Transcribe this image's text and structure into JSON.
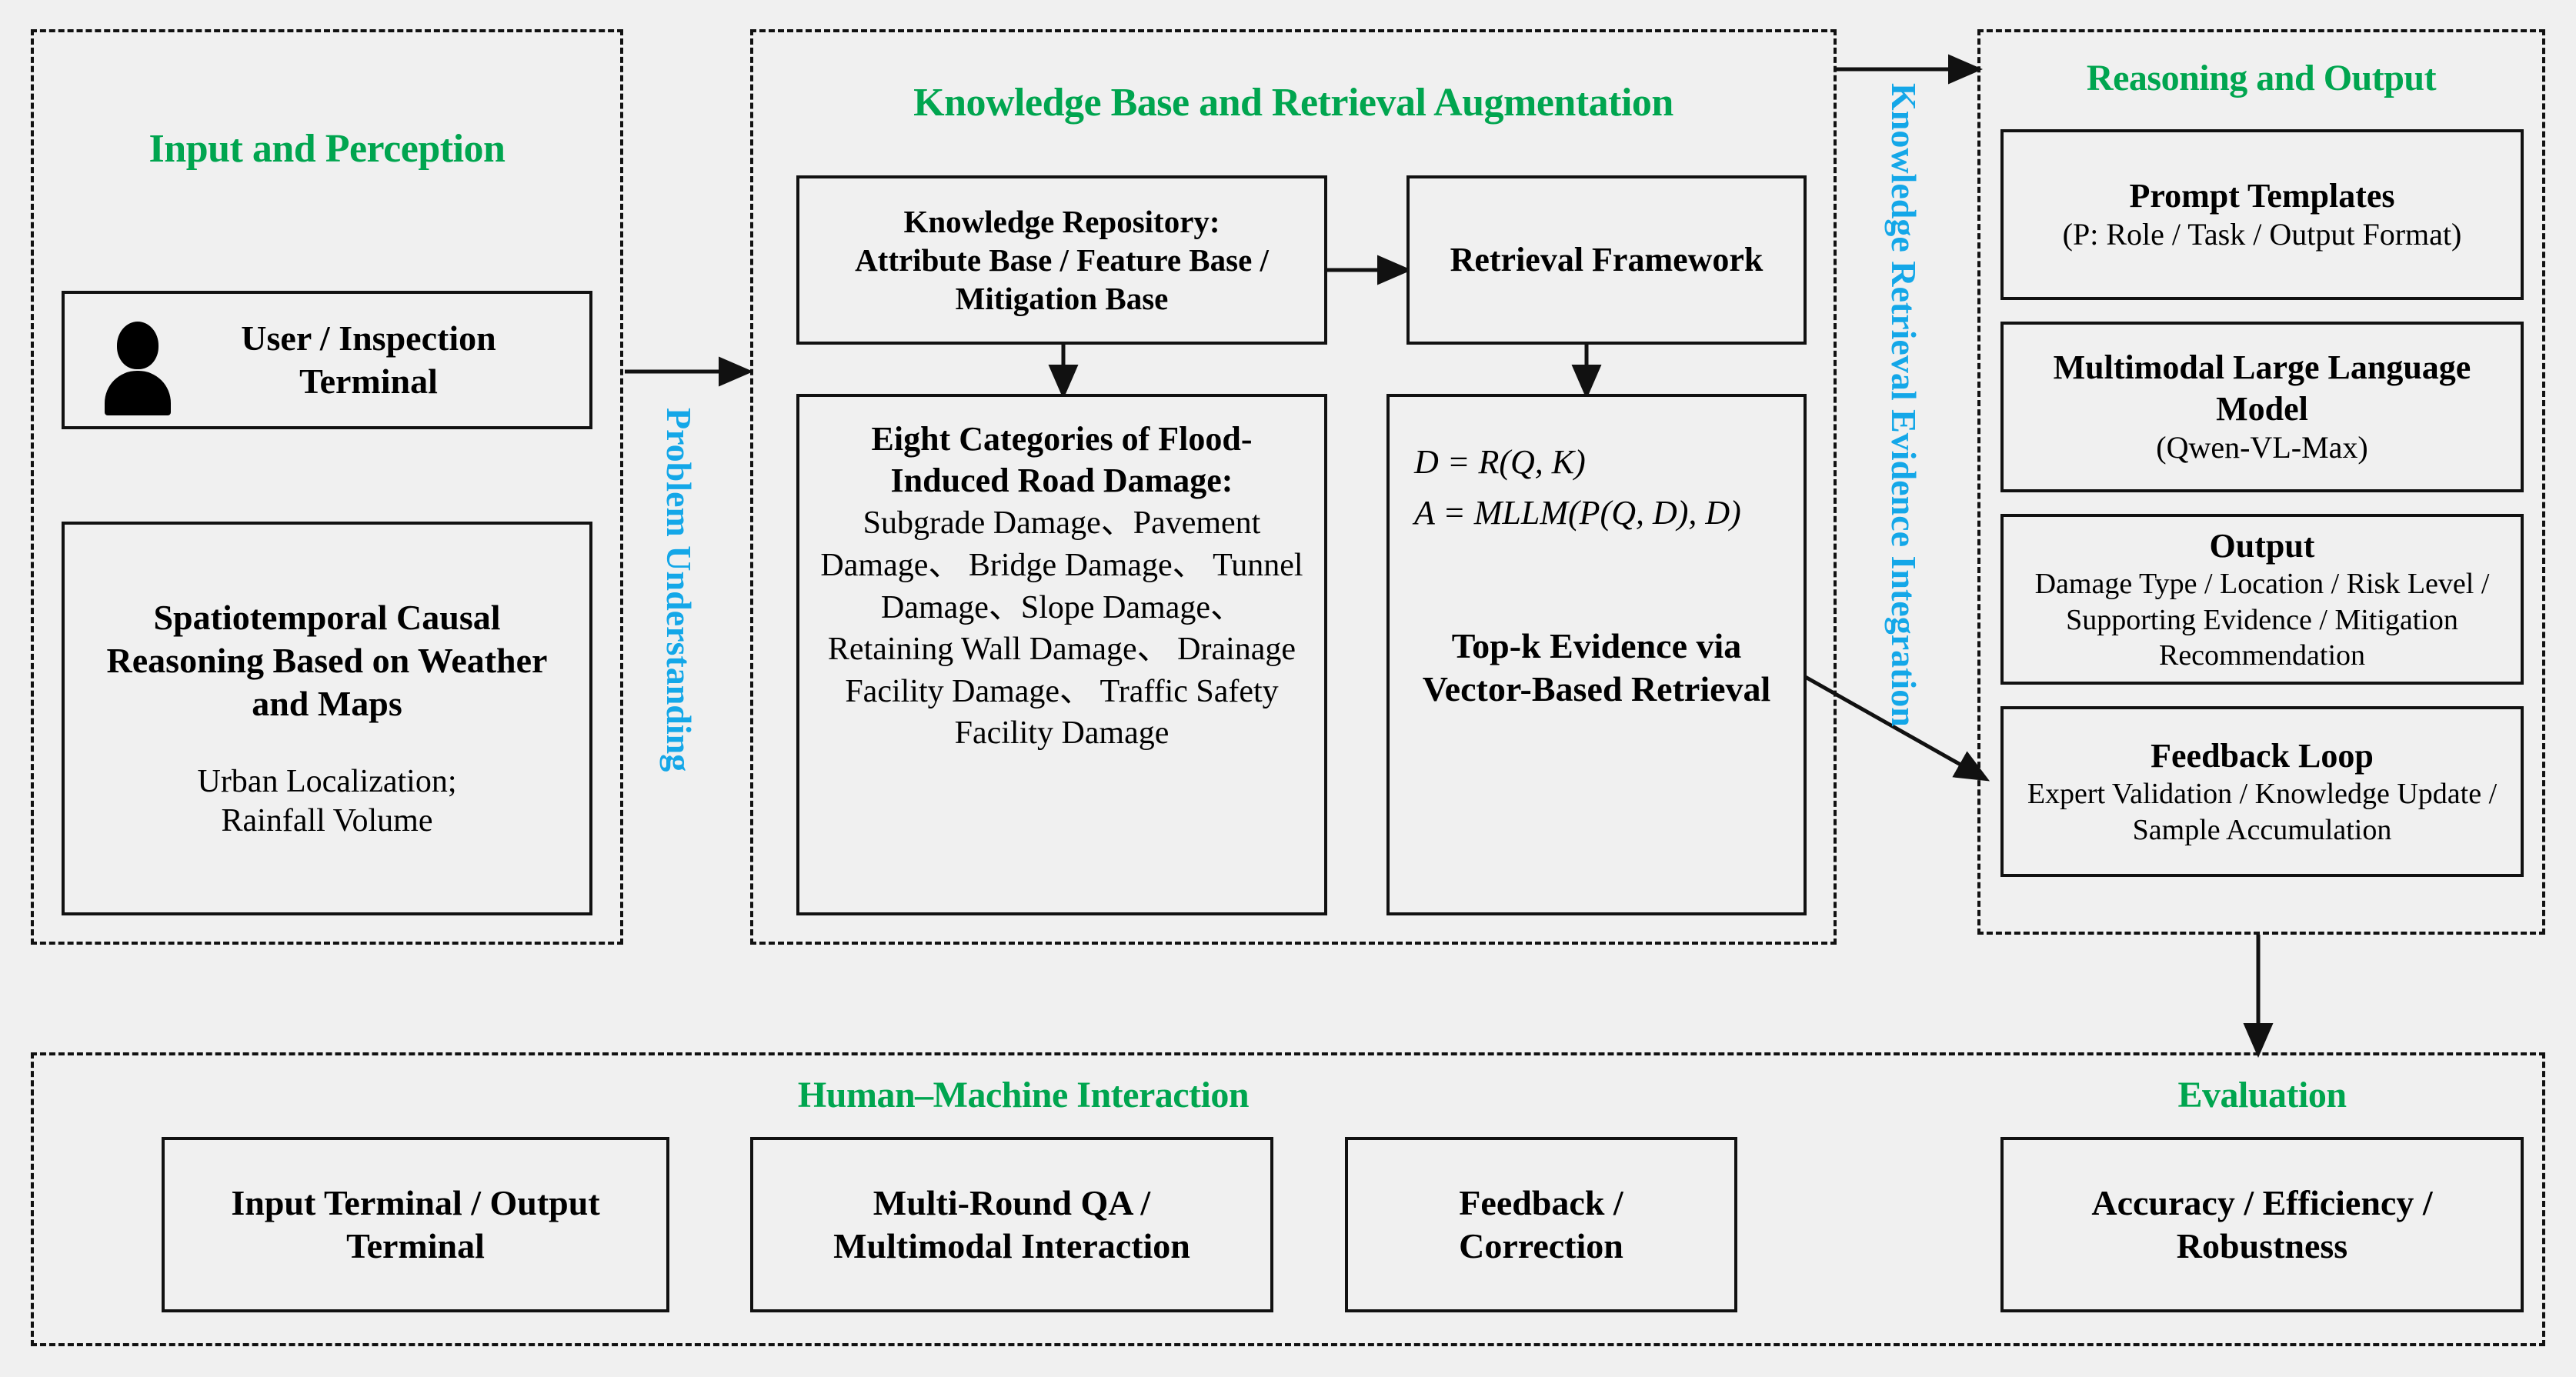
{
  "zones": {
    "input_perception": {
      "title": "Input and Perception"
    },
    "knowledge_base": {
      "title": "Knowledge Base and Retrieval Augmentation"
    },
    "reasoning_output": {
      "title": "Reasoning and Output"
    },
    "human_machine": {
      "title": "Human–Machine Interaction"
    },
    "evaluation": {
      "title": "Evaluation"
    }
  },
  "connectors": {
    "problem_understanding": "Problem  Understanding",
    "knowledge_retrieval": "Knowledge Retrieval  Evidence Integration"
  },
  "input_perception": {
    "user_terminal": {
      "label": "User / Inspection Terminal",
      "icon": "person-icon"
    },
    "causal_reasoning": {
      "title": "Spatiotemporal Causal Reasoning Based on Weather and Maps",
      "detail": "Urban Localization;\nRainfall  Volume"
    }
  },
  "knowledge_base": {
    "repository": {
      "title": "Knowledge Repository:",
      "body": "Attribute Base / Feature Base / Mitigation Base"
    },
    "retrieval_framework": {
      "title": "Retrieval Framework"
    },
    "categories": {
      "title": "Eight Categories of Flood-Induced Road Damage:",
      "items": [
        "Subgrade  Damage",
        "Pavement  Damage",
        "Bridge Damage",
        "Tunnel Damage",
        "Slope Damage",
        "Retaining Wall Damage",
        "Drainage Facility Damage",
        "Traffic Safety Facility Damage"
      ],
      "separator": "、",
      "rendered": "Subgrade  Damage、Pavement  Damage、 Bridge Damage、 Tunnel Damage、Slope Damage、 Retaining Wall Damage、 Drainage Facility Damage、 Traffic Safety Facility Damage"
    },
    "retrieval_math": {
      "line1": "D = R(Q, K)",
      "line2": "A = MLLM(P(Q, D), D)",
      "caption": "Top-k Evidence via Vector-Based Retrieval"
    }
  },
  "reasoning_output": {
    "prompt_templates": {
      "title": "Prompt Templates",
      "detail": "(P: Role / Task / Output Format)"
    },
    "mllm": {
      "title": "Multimodal Large Language Model",
      "detail": "(Qwen-VL-Max)"
    },
    "output": {
      "title": "Output",
      "detail": "Damage Type / Location / Risk Level / Supporting Evidence / Mitigation Recommendation"
    },
    "feedback_loop": {
      "title": "Feedback Loop",
      "detail": "Expert Validation / Knowledge Update / Sample Accumulation"
    }
  },
  "human_machine": {
    "boxes": [
      {
        "label": "Input Terminal / Output Terminal"
      },
      {
        "label": "Multi-Round QA / Multimodal Interaction"
      },
      {
        "label": "Feedback / Correction"
      }
    ]
  },
  "evaluation": {
    "metrics": {
      "label": "Accuracy / Efficiency / Robustness"
    }
  },
  "colors": {
    "zone_heading_green": "#00A54F",
    "connector_cyan": "#14A7E8",
    "stroke_black": "#111111",
    "background": "#F0F0F0"
  }
}
